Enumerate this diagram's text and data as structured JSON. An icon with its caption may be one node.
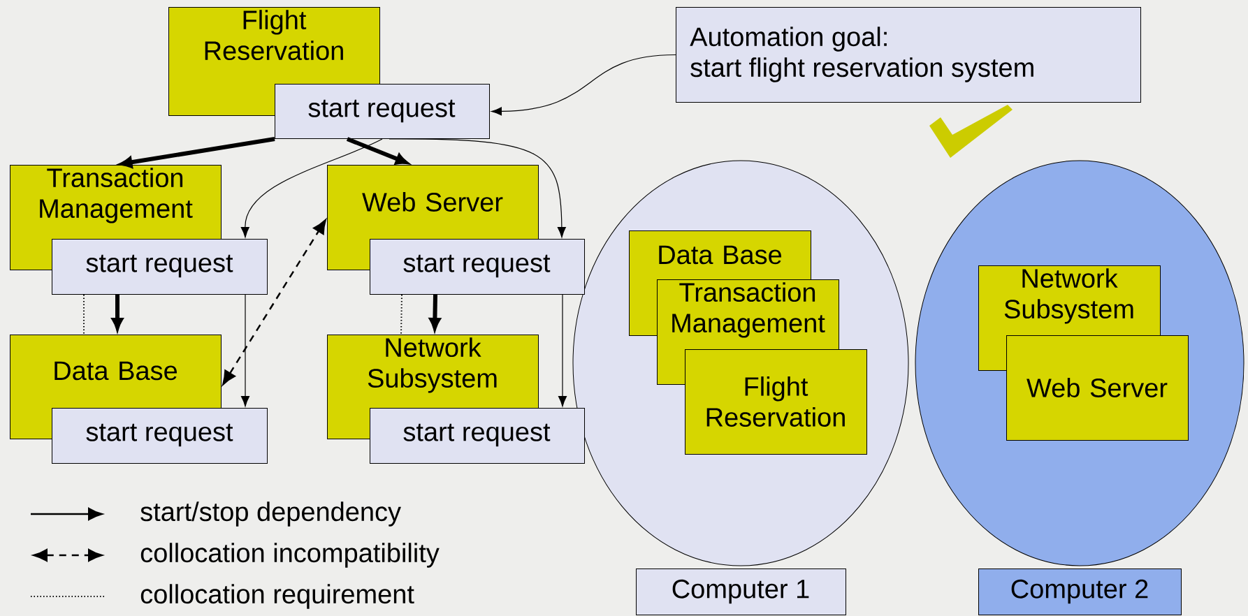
{
  "diagram": {
    "nodes": [
      {
        "text": [
          "Flight Reservation"
        ]
      },
      {
        "text": [
          "start request"
        ]
      },
      {
        "text": [
          "Automation goal:",
          "start flight reservation system"
        ]
      },
      {
        "text": [
          "Transaction Management"
        ]
      },
      {
        "text": [
          "start request"
        ]
      },
      {
        "text": [
          "Web Server"
        ]
      },
      {
        "text": [
          "start request"
        ]
      },
      {
        "text": [
          "Data Base"
        ]
      },
      {
        "text": [
          "start request"
        ]
      },
      {
        "text": [
          "Network Subsystem"
        ]
      },
      {
        "text": [
          "start request"
        ]
      },
      {
        "text": [],
        "shape": "ellipse"
      },
      {
        "text": [
          "Computer 1"
        ]
      },
      {
        "text": [
          "Data Base"
        ],
        "in": 11
      },
      {
        "text": [
          "Transaction Management"
        ],
        "in": 11
      },
      {
        "text": [
          "Flight Reservation"
        ],
        "in": 11
      },
      {
        "text": [],
        "shape": "ellipse"
      },
      {
        "text": [
          "Computer 2"
        ]
      },
      {
        "text": [
          "Network Subsystem"
        ],
        "in": 16
      },
      {
        "text": [
          "Web Server"
        ],
        "in": 16
      }
    ],
    "edges": [
      {
        "from": 2,
        "to": 1,
        "arrow": "to"
      },
      {
        "from": 1,
        "to": 3,
        "arrow": "to",
        "style": "thick"
      },
      {
        "from": 1,
        "to": 5,
        "arrow": "to",
        "style": "thick"
      },
      {
        "from": 1,
        "to": 4,
        "arrow": "to"
      },
      {
        "from": 1,
        "to": 6,
        "arrow": "to"
      },
      {
        "from": 4,
        "to": 7,
        "arrow": "to",
        "style": "thick"
      },
      {
        "from": 4,
        "to": 7,
        "arrow": "none",
        "style": "dashed"
      },
      {
        "from": 4,
        "to": 8,
        "arrow": "to"
      },
      {
        "from": 7,
        "to": 5,
        "arrow": "both",
        "style": "dashed"
      },
      {
        "from": 6,
        "to": 9,
        "arrow": "to",
        "style": "thick"
      },
      {
        "from": 6,
        "to": 9,
        "arrow": "none",
        "style": "dashed"
      },
      {
        "from": 6,
        "to": 10,
        "arrow": "to"
      }
    ],
    "legend": [
      {
        "text": "start/stop dependency"
      },
      {
        "text": "collocation incompatibility"
      },
      {
        "text": "collocation requirement"
      }
    ]
  }
}
